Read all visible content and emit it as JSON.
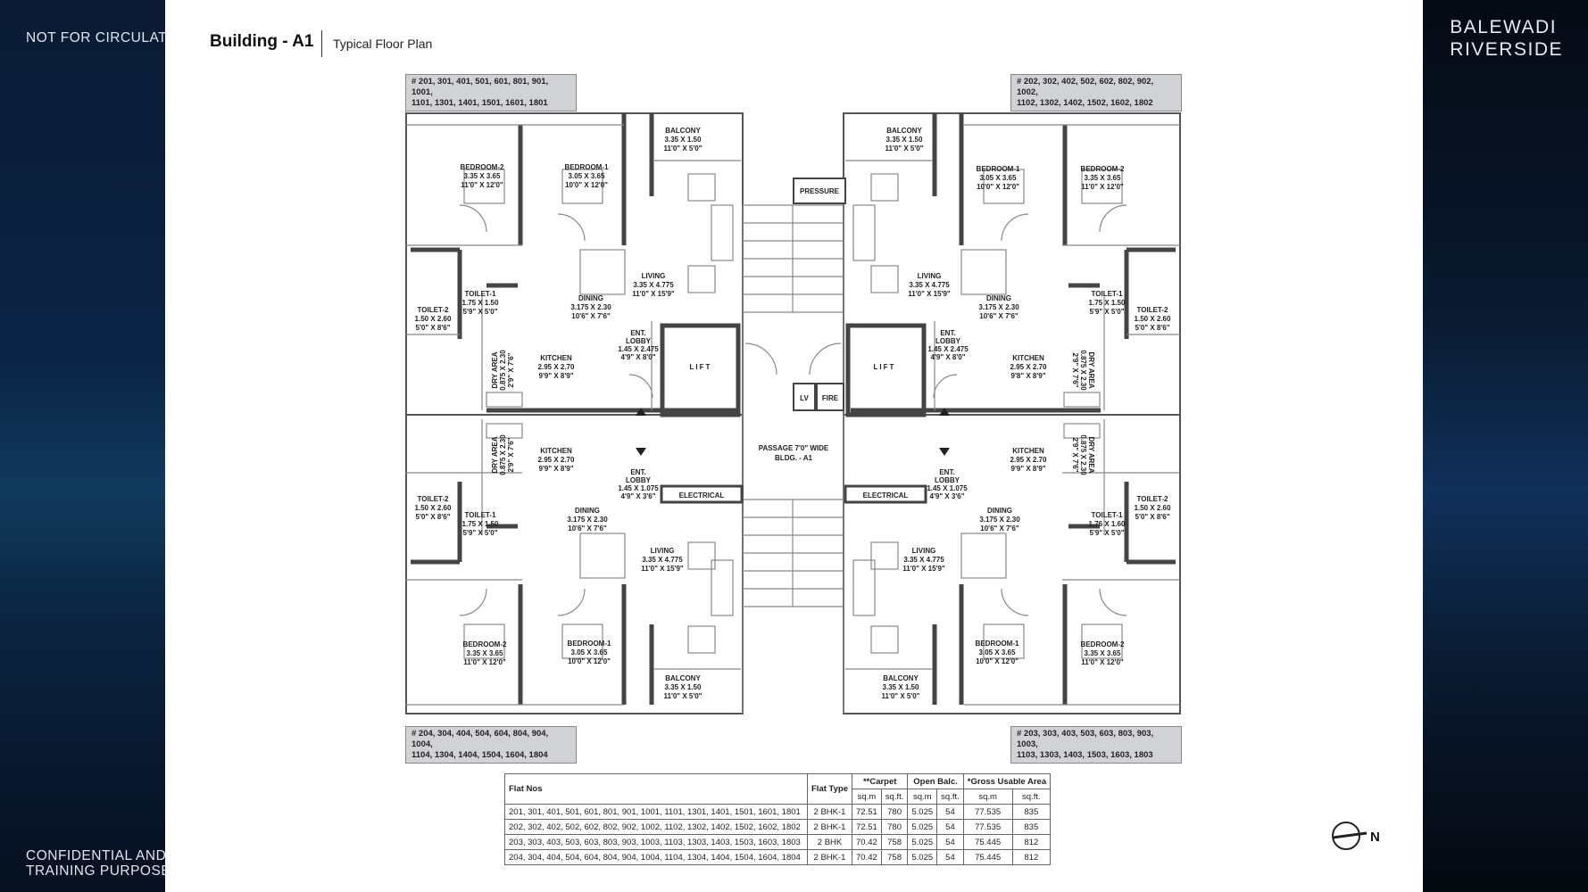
{
  "side": {
    "top_left": "NOT FOR CIRCULATION",
    "bottom_left_1": "CONFIDENTIAL AND",
    "bottom_left_2": "TRAINING PURPOSE",
    "brand_1": "BALEWADI",
    "brand_2": "RIVERSIDE"
  },
  "header": {
    "title": "Building - A1",
    "subtitle": "Typical Floor Plan"
  },
  "flat_tags": {
    "top_left": [
      "# 201, 301, 401, 501, 601, 801, 901, 1001,",
      "1101, 1301, 1401, 1501, 1601, 1801"
    ],
    "top_right": [
      "# 202, 302, 402, 502, 602, 802, 902, 1002,",
      "1102, 1302, 1402, 1502, 1602, 1802"
    ],
    "bottom_left": [
      "# 204, 304, 404, 504, 604, 804, 904, 1004,",
      "1104, 1304, 1404, 1504, 1604, 1804"
    ],
    "bottom_right": [
      "# 203, 303, 403, 503, 603, 803, 903, 1003,",
      "1103, 1303, 1403, 1503, 1603, 1803"
    ]
  },
  "rooms": {
    "tl": {
      "balcony": [
        "BALCONY",
        "3.35 X 1.50",
        "11'0\" X 5'0\""
      ],
      "bed2": [
        "BEDROOM-2",
        "3.35 X 3.65",
        "11'0\" X 12'0\""
      ],
      "bed1": [
        "BEDROOM-1",
        "3.05 X 3.65",
        "10'0\" X 12'0\""
      ],
      "living": [
        "LIVING",
        "3.35 X 4.775",
        "11'0\" X 15'9\""
      ],
      "toilet1": [
        "TOILET-1",
        "1.75 X 1.50",
        "5'9\" X 5'0\""
      ],
      "toilet2": [
        "TOILET-2",
        "1.50 X 2.60",
        "5'0\" X 8'6\""
      ],
      "dining": [
        "DINING",
        "3.175 X 2.30",
        "10'6\" X 7'6\""
      ],
      "kitchen": [
        "KITCHEN",
        "2.95 X 2.70",
        "9'9\" X 8'9\""
      ],
      "lobby": [
        "ENT.",
        "LOBBY",
        "1.45 X 2.475",
        "4'9\" X 8'0\""
      ],
      "dry": [
        "DRY AREA",
        "0.875 X 2.30",
        "2'9\" X 7'6\""
      ]
    },
    "tr": {
      "balcony": [
        "BALCONY",
        "3.35 X 1.50",
        "11'0\" X 5'0\""
      ],
      "bed1": [
        "BEDROOM-1",
        "3.05 X 3.65",
        "10'0\" X 12'0\""
      ],
      "bed2": [
        "BEDROOM-2",
        "3.35 X 3.65",
        "11'0\" X 12'0\""
      ],
      "living": [
        "LIVING",
        "3.35 X 4.775",
        "11'0\" X 15'9\""
      ],
      "toilet1": [
        "TOILET-1",
        "1.75 X 1.50",
        "5'9\" X 5'0\""
      ],
      "toilet2": [
        "TOILET-2",
        "1.50 X 2.60",
        "5'0\" X 8'6\""
      ],
      "dining": [
        "DINING",
        "3.175 X 2.30",
        "10'6\" X 7'6\""
      ],
      "kitchen": [
        "KITCHEN",
        "2.95 X 2.70",
        "9'8\" X 8'9\""
      ],
      "lobby": [
        "ENT.",
        "LOBBY",
        "1.45 X 2.475",
        "4'9\" X 8'0\""
      ],
      "dry": [
        "DRY AREA",
        "0.875 X 2.30",
        "2'9\" X 7'6\""
      ]
    },
    "bl": {
      "dry": [
        "DRY AREA",
        "0.875 X 2.30",
        "2'9\" X 7'6\""
      ],
      "kitchen": [
        "KITCHEN",
        "2.95 X 2.70",
        "9'9\" X 8'9\""
      ],
      "lobby": [
        "ENT.",
        "LOBBY",
        "1.45 X 1.075",
        "4'9\" X 3'6\""
      ],
      "toilet2": [
        "TOILET-2",
        "1.50 X 2.60",
        "5'0\" X 8'6\""
      ],
      "toilet1": [
        "TOILET-1",
        "1.75 X 1.50",
        "5'9\" X 5'0\""
      ],
      "dining": [
        "DINING",
        "3.175 X 2.30",
        "10'6\" X 7'6\""
      ],
      "living": [
        "LIVING",
        "3.35 X 4.775",
        "11'0\" X 15'9\""
      ],
      "bed2": [
        "BEDROOM-2",
        "3.35 X 3.65",
        "11'0\" X 12'0\""
      ],
      "bed1": [
        "BEDROOM-1",
        "3.05 X 3.65",
        "10'0\" X 12'0\""
      ],
      "balcony": [
        "BALCONY",
        "3.35 X 1.50",
        "11'0\" X 5'0\""
      ]
    },
    "br": {
      "dry": [
        "DRY AREA",
        "0.875 X 2.30",
        "2'9\" X 7'6\""
      ],
      "kitchen": [
        "KITCHEN",
        "2.95 X 2.70",
        "9'9\" X 8'9\""
      ],
      "lobby": [
        "ENT.",
        "LOBBY",
        "1.45 X 1.075",
        "4'9\" X 3'6\""
      ],
      "toilet2": [
        "TOILET-2",
        "1.50 X 2.60",
        "5'0\" X 8'6\""
      ],
      "toilet1": [
        "TOILET-1",
        "1.76 X 1.60",
        "5'9\" X 5'0\""
      ],
      "dining": [
        "DINING",
        "3.175 X 2.30",
        "10'6\" X 7'6\""
      ],
      "living": [
        "LIVING",
        "3.35 X 4.775",
        "11'0\" X 15'9\""
      ],
      "bed1": [
        "BEDROOM-1",
        "3.05 X 3.65",
        "10'0\" X 12'0\""
      ],
      "bed2": [
        "BEDROOM-2",
        "3.35 X 3.65",
        "11'0\" X 12'0\""
      ],
      "balcony": [
        "BALCONY",
        "3.35 X 1.50",
        "11'0\" X 5'0\""
      ]
    }
  },
  "core": {
    "lift": "LIFT",
    "pressure": "PRESSURE",
    "lv": "LV",
    "fire": "FIRE",
    "electrical": "ELECTRICAL",
    "passage": [
      "PASSAGE 7'0\" WIDE",
      "BLDG. - A1"
    ]
  },
  "table": {
    "headers": [
      "Flat Nos",
      "Flat Type",
      "**Carpet",
      "Open Balc.",
      "*Gross Usable Area"
    ],
    "units": [
      "sq.m",
      "sq.ft.",
      "sq.m",
      "sq.ft.",
      "sq.m",
      "sq.ft."
    ],
    "rows": [
      [
        "201, 301, 401, 501, 601, 801, 901, 1001, 1101, 1301, 1401, 1501, 1601, 1801",
        "2 BHK-1",
        "72.51",
        "780",
        "5.025",
        "54",
        "77.535",
        "835"
      ],
      [
        "202, 302, 402, 502, 602, 802, 902, 1002, 1102, 1302, 1402, 1502, 1602, 1802",
        "2 BHK-1",
        "72.51",
        "780",
        "5.025",
        "54",
        "77.535",
        "835"
      ],
      [
        "203, 303, 403, 503, 603, 803, 903, 1003, 1103, 1303, 1403, 1503, 1603, 1803",
        "2 BHK",
        "70.42",
        "758",
        "5.025",
        "54",
        "75.445",
        "812"
      ],
      [
        "204, 304, 404, 504, 604, 804, 904, 1004, 1104, 1304, 1404, 1504, 1604, 1804",
        "2 BHK-1",
        "70.42",
        "758",
        "5.025",
        "54",
        "75.445",
        "812"
      ]
    ]
  },
  "compass": "N"
}
